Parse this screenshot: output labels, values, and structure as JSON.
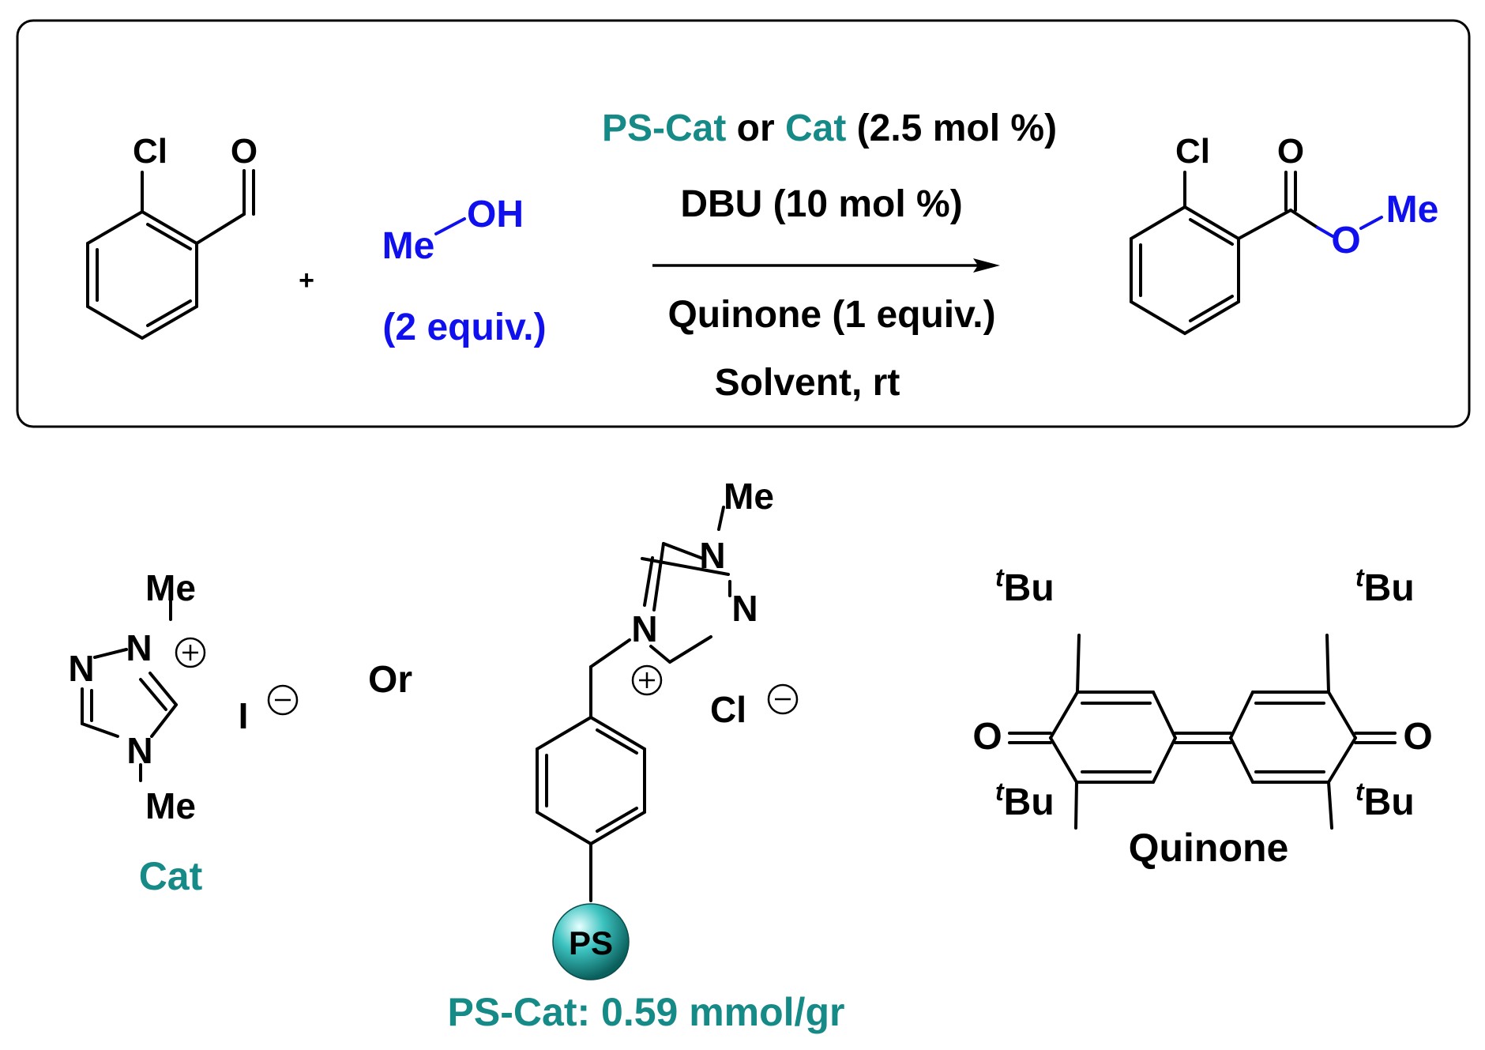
{
  "colors": {
    "teal": "#168a87",
    "blue": "#1010ee",
    "black": "#000000"
  },
  "reaction": {
    "reactant_atoms": {
      "cl": "Cl",
      "o": "O"
    },
    "methanol": {
      "me": "Me",
      "oh": "OH",
      "equiv": "(2 equiv.)"
    },
    "plus": "+",
    "conditions": {
      "ps_cat": "PS-Cat",
      "or_word": " or ",
      "cat": "Cat",
      "loading": " (2.5 mol %)",
      "base": "DBU (10 mol %)",
      "oxidant": "Quinone (1 equiv.)",
      "solvent": "Solvent, rt"
    },
    "product_atoms": {
      "cl": "Cl",
      "o_carbonyl": "O",
      "o_ester": "O",
      "me": "Me"
    }
  },
  "legend": {
    "cat": {
      "me_top": "Me",
      "n1": "N",
      "n2": "N",
      "n4": "N",
      "me_bottom": "Me",
      "counter_ion": "I",
      "name": "Cat"
    },
    "or_word": "Or",
    "ps_cat": {
      "me": "Me",
      "n1": "N",
      "n2": "N",
      "n4": "N",
      "counter_ion": "Cl",
      "support": "PS",
      "label": "PS-Cat: 0.59 mmol/gr"
    },
    "quinone": {
      "o_left": "O",
      "o_right": "O",
      "tbu_t": "t",
      "tbu_bu": "Bu",
      "name": "Quinone"
    }
  }
}
